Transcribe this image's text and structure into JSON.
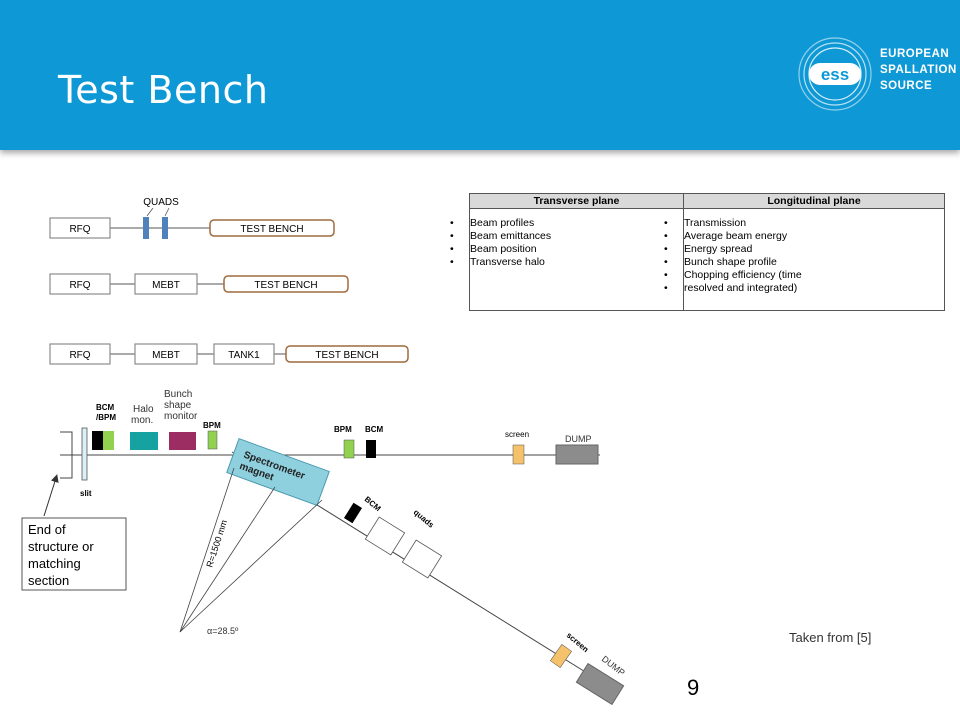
{
  "slide": {
    "title": "Test Bench",
    "footnote": "Taken from [5]",
    "page_number": "9"
  },
  "logo": {
    "mark": "ess",
    "lines": [
      "EUROPEAN",
      "SPALLATION",
      "SOURCE"
    ]
  },
  "configs": [
    {
      "blocks": [
        "RFQ",
        "QUADS",
        "TEST BENCH"
      ]
    },
    {
      "blocks": [
        "RFQ",
        "MEBT",
        "TEST BENCH"
      ]
    },
    {
      "blocks": [
        "RFQ",
        "MEBT",
        "TANK1",
        "TEST BENCH"
      ]
    }
  ],
  "table": {
    "headers": [
      "Transverse plane",
      "Longitudinal plane"
    ],
    "transverse": [
      "Beam profiles",
      "Beam emittances",
      "Beam position",
      "Transverse halo"
    ],
    "longitudinal": [
      "Transmission",
      "Average beam energy",
      "Energy spread",
      "Bunch shape profile",
      "Chopping efficiency (time",
      "resolved and integrated)"
    ]
  },
  "beamline": {
    "labels": {
      "bcm_bpm_1": "BCM",
      "bcm_bpm_2": "/BPM",
      "halo_1": "Halo",
      "halo_2": "mon.",
      "bunch_1": "Bunch",
      "bunch_2": "shape",
      "bunch_3": "monitor",
      "bpm1": "BPM",
      "bpm2": "BPM",
      "bcm2": "BCM",
      "screen1": "screen",
      "dump1": "DUMP",
      "slit": "slit",
      "spectro_1": "Spectrometer",
      "spectro_2": "magnet",
      "bcm3": "BCM",
      "quads": "quads",
      "radius": "R=1500 mm",
      "angle": "α=28.5º",
      "screen2": "screen",
      "dump2": "DUMP",
      "end_1": "End of",
      "end_2": "structure or",
      "end_3": "matching",
      "end_4": "section"
    },
    "colors": {
      "rfq_border": "#8c8c8c",
      "quad": "#4f81bd",
      "testbench_border": "#9e6b3c",
      "bpm_green": "#92d050",
      "halo_teal": "#17a2a2",
      "bunch_purple": "#9b2d62",
      "magnet": "#8fd0df",
      "screen": "#f5c26b",
      "dump": "#8c8c8c"
    }
  }
}
